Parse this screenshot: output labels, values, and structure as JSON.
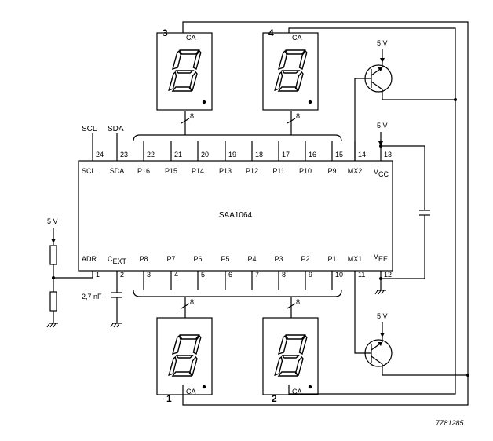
{
  "ic": {
    "name": "SAA1064",
    "top_pins": [
      {
        "num": "24",
        "label": "SCL"
      },
      {
        "num": "23",
        "label": "SDA"
      },
      {
        "num": "22",
        "label": "P16"
      },
      {
        "num": "21",
        "label": "P15"
      },
      {
        "num": "20",
        "label": "P14"
      },
      {
        "num": "19",
        "label": "P13"
      },
      {
        "num": "18",
        "label": "P12"
      },
      {
        "num": "17",
        "label": "P11"
      },
      {
        "num": "16",
        "label": "P10"
      },
      {
        "num": "15",
        "label": "P9"
      },
      {
        "num": "14",
        "label": "MX2"
      }
    ],
    "vcc": {
      "num": "13",
      "label": "V",
      "sub": "CC"
    },
    "bottom_pins": [
      {
        "num": "1",
        "label": "ADR"
      },
      {
        "num": "2",
        "label": "C",
        "sub": "EXT"
      },
      {
        "num": "3",
        "label": "P8"
      },
      {
        "num": "4",
        "label": "P7"
      },
      {
        "num": "5",
        "label": "P6"
      },
      {
        "num": "6",
        "label": "P5"
      },
      {
        "num": "7",
        "label": "P4"
      },
      {
        "num": "8",
        "label": "P3"
      },
      {
        "num": "9",
        "label": "P2"
      },
      {
        "num": "10",
        "label": "P1"
      },
      {
        "num": "11",
        "label": "MX1"
      }
    ],
    "vee": {
      "num": "12",
      "label": "V",
      "sub": "EE"
    }
  },
  "inputs": {
    "scl": "SCL",
    "sda": "SDA"
  },
  "displays": [
    {
      "num": "3",
      "ca": "CA"
    },
    {
      "num": "4",
      "ca": "CA"
    },
    {
      "num": "1",
      "ca": "CA"
    },
    {
      "num": "2",
      "ca": "CA"
    }
  ],
  "bus_width": "8",
  "supply": "5 V",
  "capacitor": "2,7 nF",
  "figure_code": "7Z81285"
}
